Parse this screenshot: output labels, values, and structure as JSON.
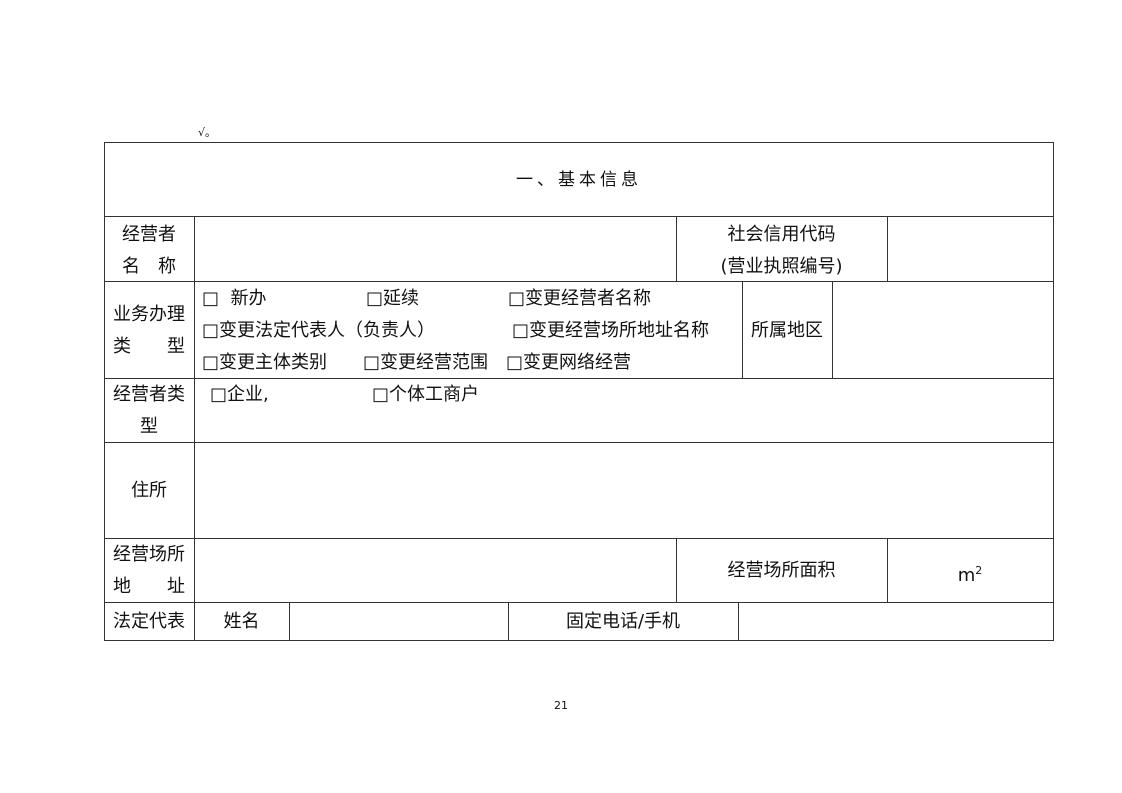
{
  "note": "√。",
  "section_title": "一、基本信息",
  "rows": {
    "operator_name": {
      "label_line1": "经营者",
      "label_line2": "名　称",
      "credit_code_line1": "社会信用代码",
      "credit_code_line2": "(营业执照编号)"
    },
    "business_type": {
      "label_line1": "业务办理",
      "label_line2": "类　　型",
      "options": [
        "□  新办",
        "□延续",
        "□变更经营者名称",
        "□变更法定代表人（负责人）",
        "□变更经营场所地址名称",
        "□变更主体类别",
        "□变更经营范围",
        "□变更网络经营"
      ],
      "region_label": "所属地区"
    },
    "operator_type": {
      "label_line1": "经营者类",
      "label_line2": "型",
      "options": [
        "□企业,",
        "□个体工商户"
      ]
    },
    "residence": {
      "label": "住所"
    },
    "premises": {
      "label_line1": "经营场所",
      "label_line2": "地　　址",
      "area_label": "经营场所面积",
      "area_unit": "m",
      "area_unit_sup": "2"
    },
    "legal_rep": {
      "label": "法定代表",
      "name_label": "姓名",
      "phone_label": "固定电话/手机"
    }
  },
  "page_number": "21"
}
